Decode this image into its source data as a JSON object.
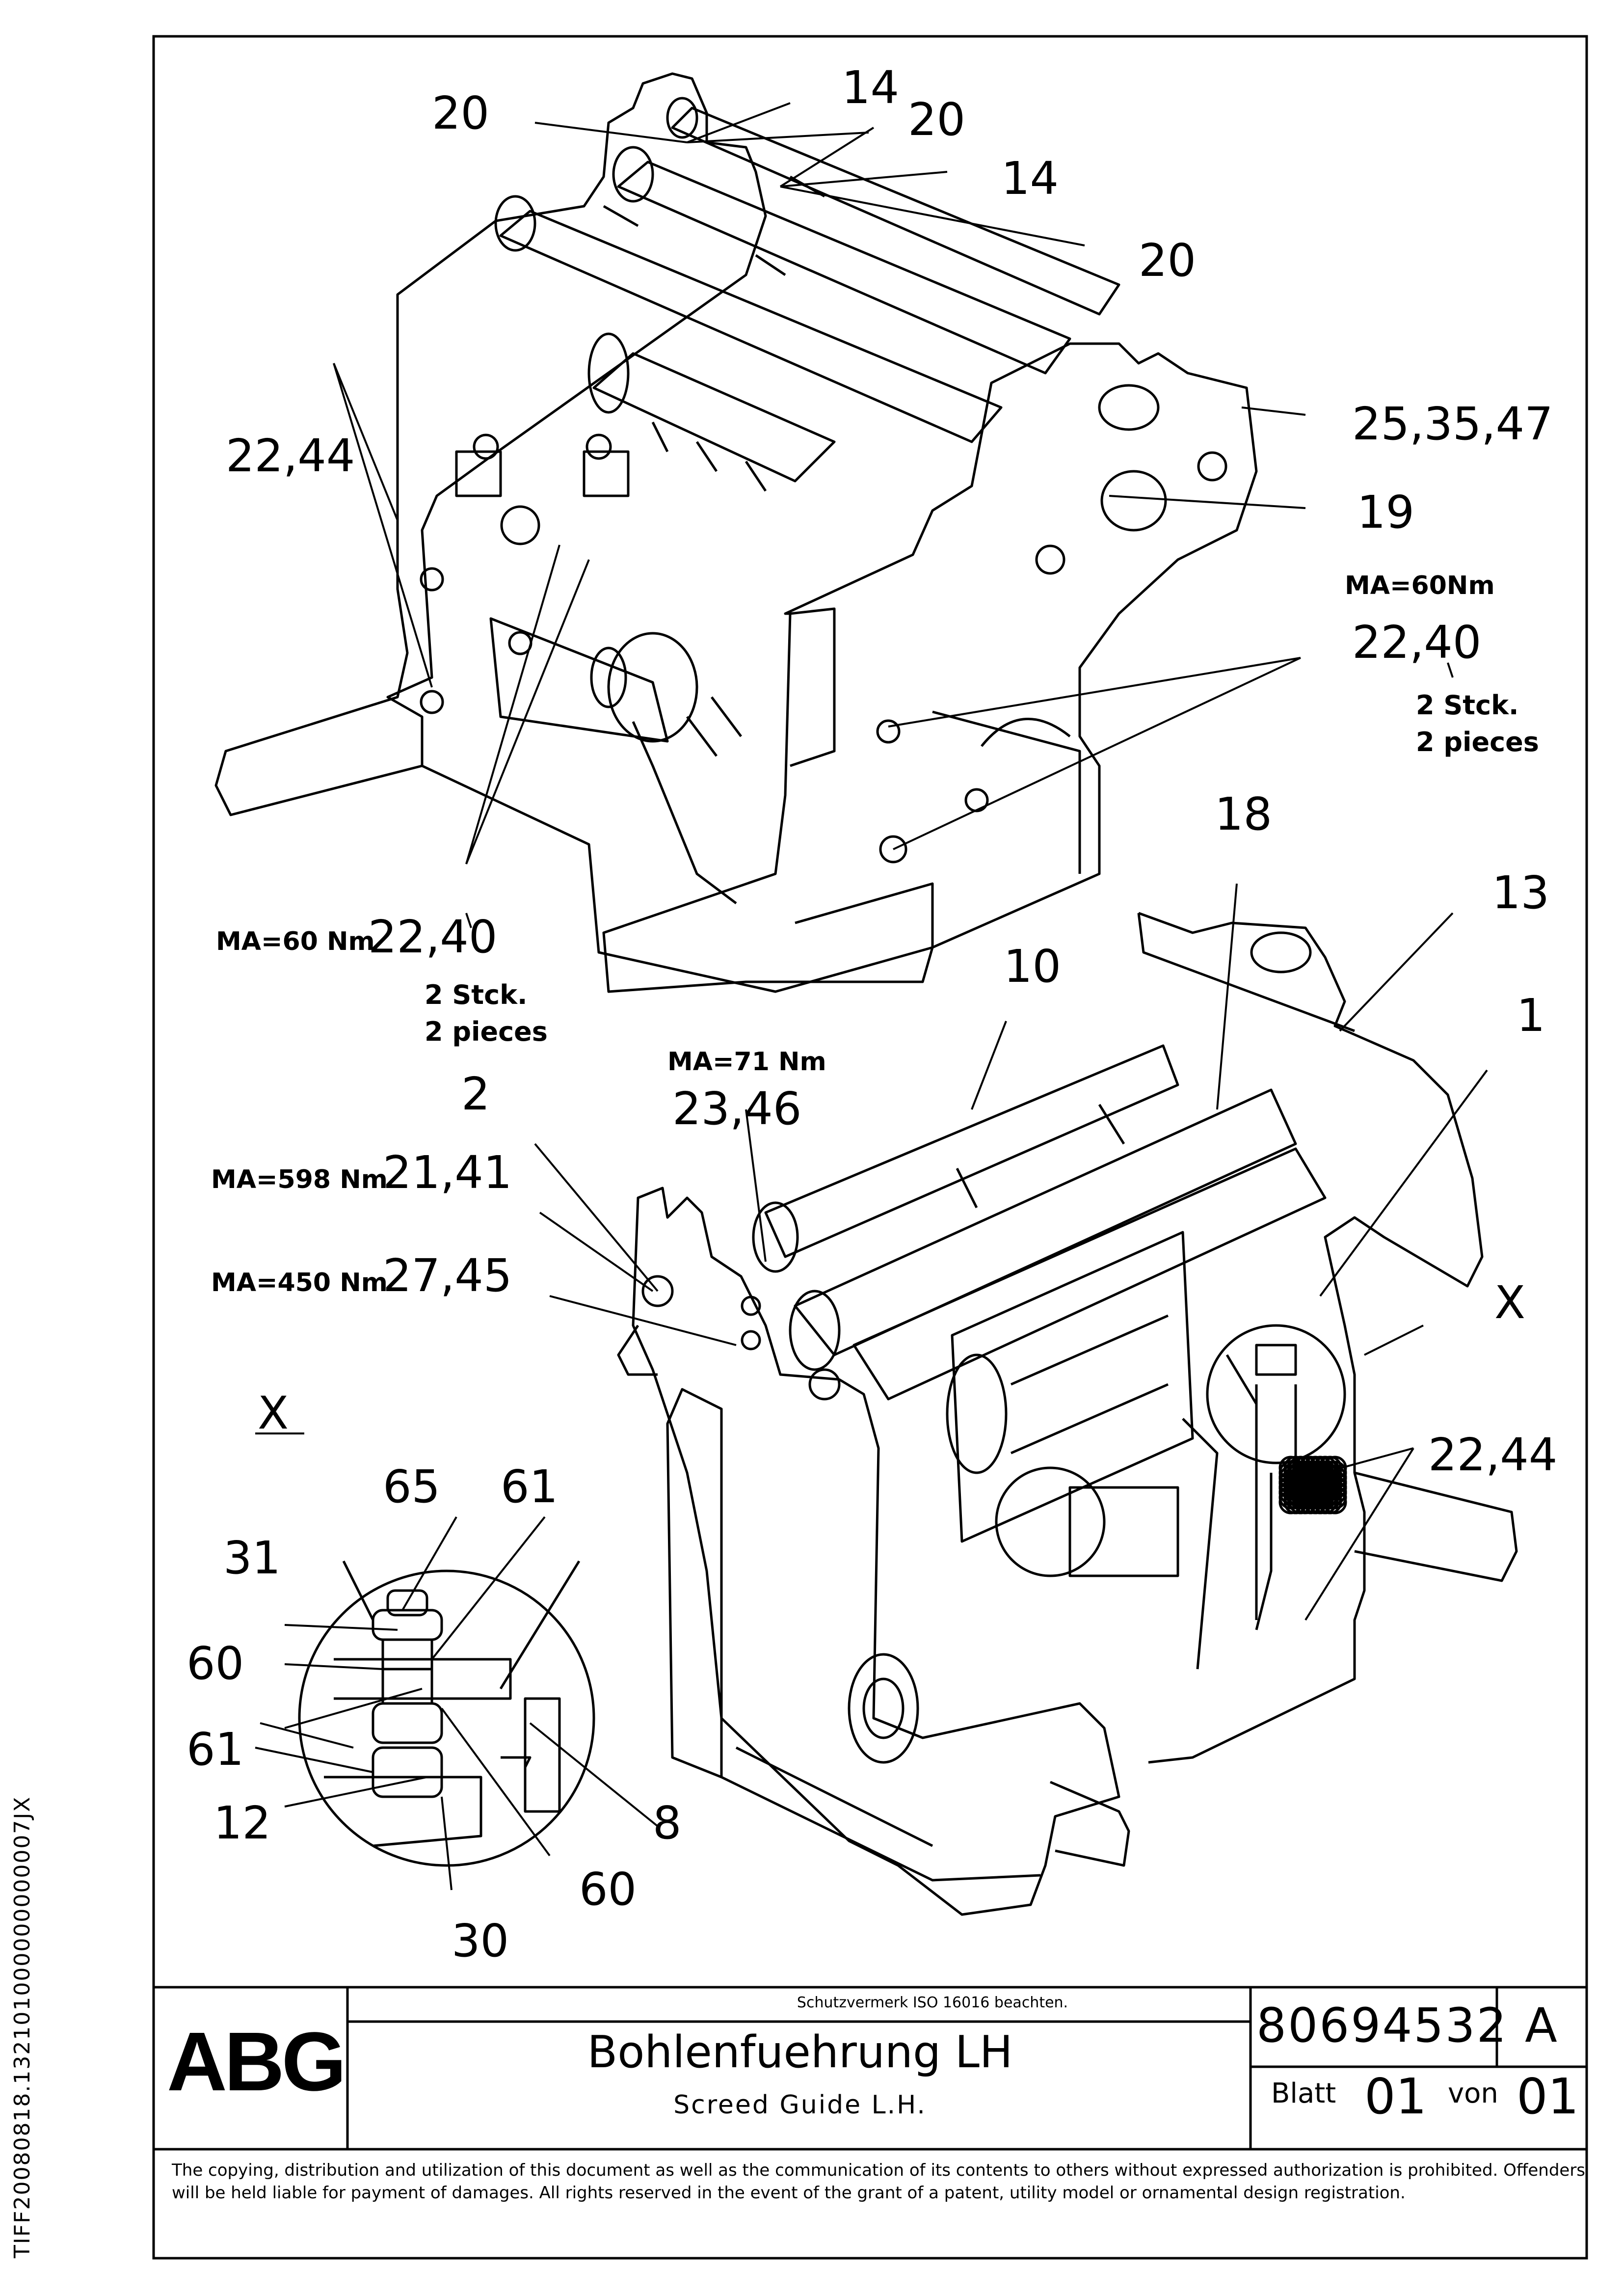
{
  "side_code": "TIFF20080818.132101000000000007JX",
  "title_block": {
    "logo_text": "ABG",
    "notice": "Schutzvermerk ISO 16016 beachten.",
    "title_de": "Bohlenfuehrung LH",
    "title_en": "Screed Guide  L.H.",
    "document_number": "80694532",
    "revision": "A",
    "sheet_label": "Blatt",
    "sheet_value": "01",
    "of_label": "von",
    "of_value": "01"
  },
  "copyright": "The copying, distribution and utilization of this document as well as the communication of its contents to others without expressed authorization is prohibited. Offenders will be held liable for payment of damages. All rights reserved in the event of the grant of a patent, utility model or ornamental design registration.",
  "callouts": {
    "c20a": "20",
    "c14a": "14",
    "c20b": "20",
    "c14b": "14",
    "c20c": "20",
    "c25": "25,35,47",
    "c19": "19",
    "c2244a": "22,44",
    "c2240r": "22,40",
    "c2240l": "22,40",
    "c18": "18",
    "c13": "13",
    "c1": "1",
    "c10": "10",
    "c2": "2",
    "c2346": "23,46",
    "c2141": "21,41",
    "c2745": "27,45",
    "cX1": "X",
    "cX2": "X",
    "c2244b": "22,44",
    "c65": "65",
    "c61a": "61",
    "c31": "31",
    "c60a": "60",
    "c61b": "61",
    "c12": "12",
    "c8": "8",
    "c60b": "60",
    "c30": "30"
  },
  "torque": {
    "ma60r": "MA=60Nm",
    "ma60l": "MA=60 Nm",
    "ma71": "MA=71 Nm",
    "ma598": "MA=598 Nm",
    "ma450": "MA=450 Nm"
  },
  "qty_notes": {
    "r1": "2 Stck.",
    "r2": "2 pieces",
    "l1": "2 Stck.",
    "l2": "2 pieces"
  }
}
